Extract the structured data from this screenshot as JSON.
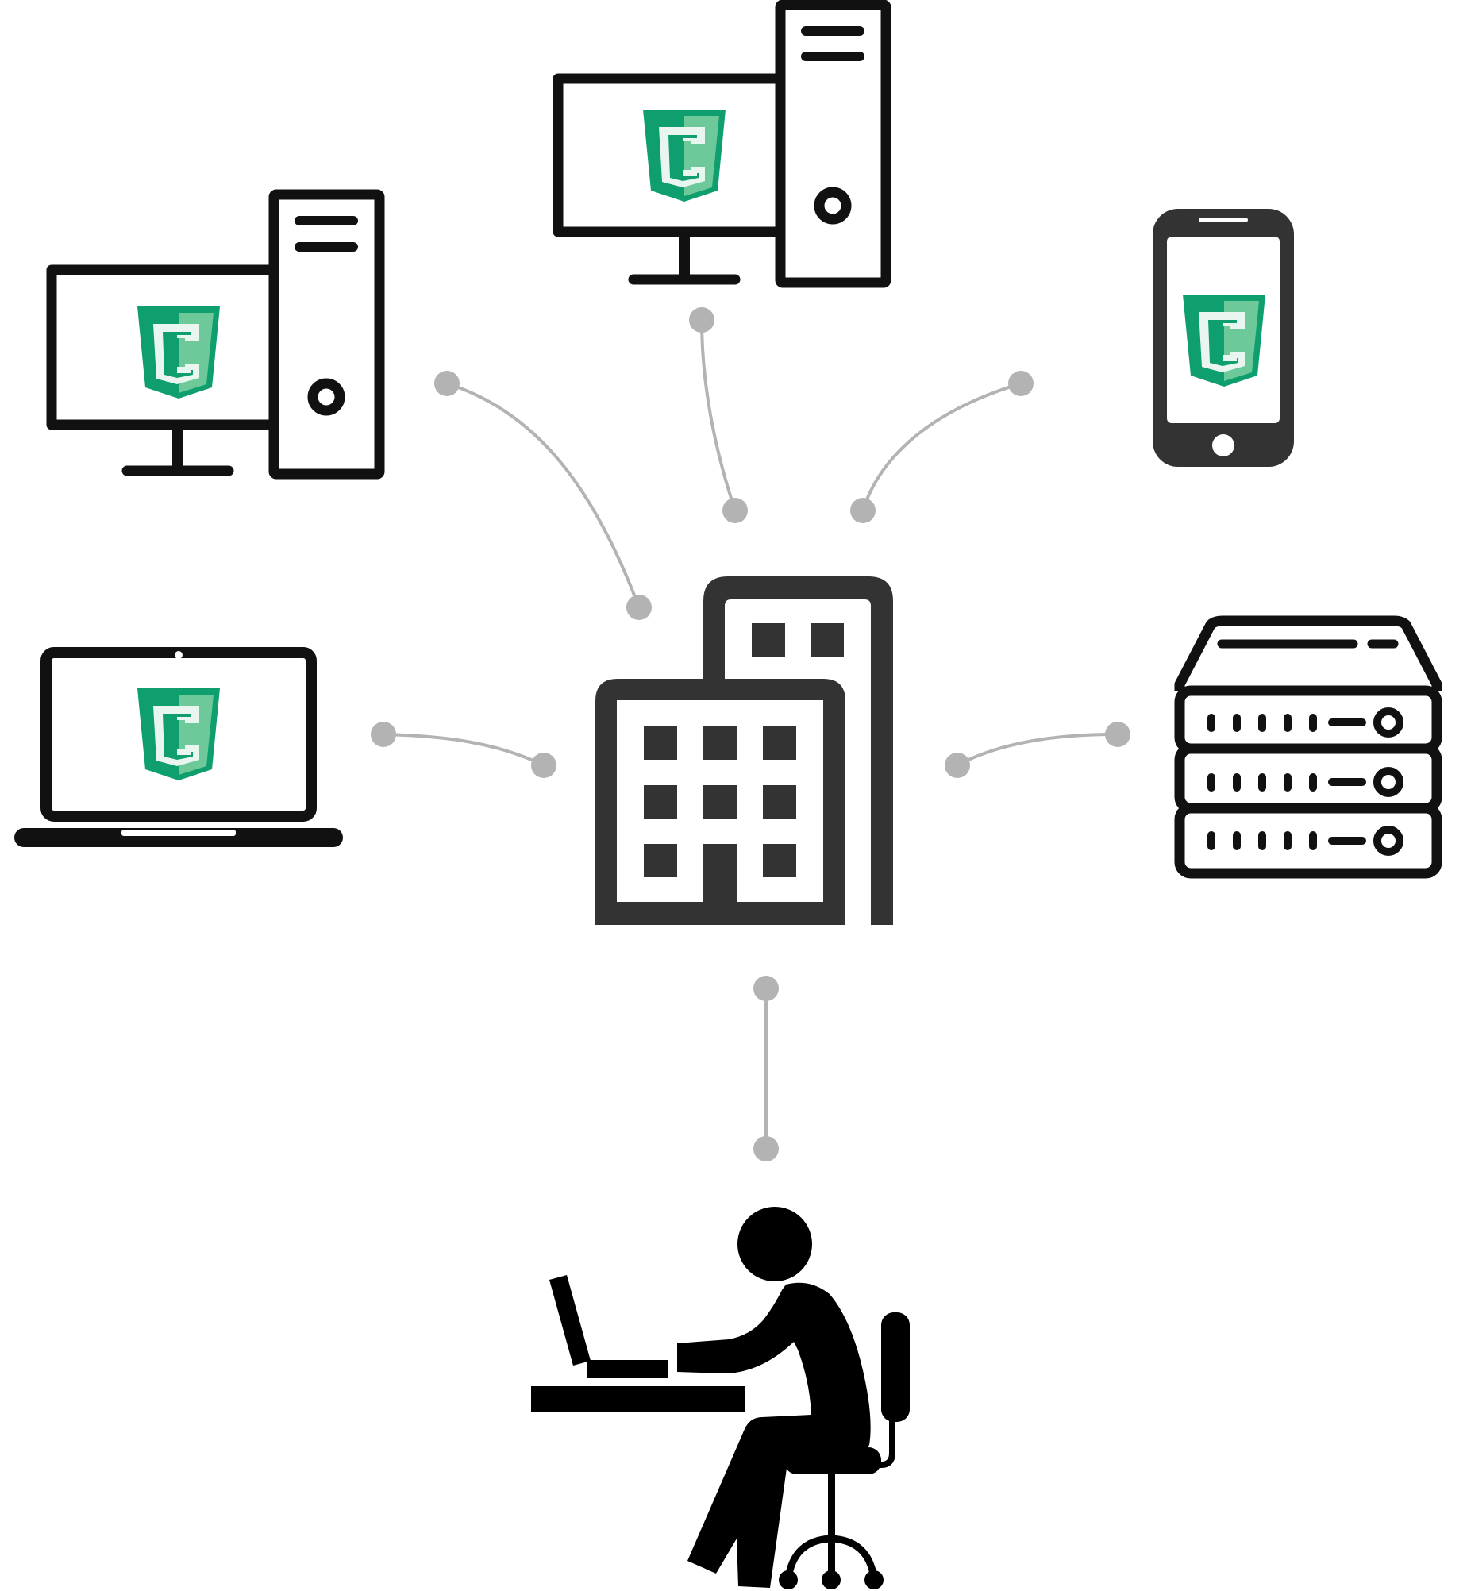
{
  "diagram": {
    "colors": {
      "device": "#111111",
      "building": "#333333",
      "connector": "#b3b3b3",
      "shield_dark": "#0f9e6e",
      "shield_light": "#6dc99a",
      "shield_letter": "#e9f5ef"
    },
    "nodes": [
      {
        "id": "desktop-top",
        "icon": "desktop-computer-icon",
        "shows_shield": true
      },
      {
        "id": "desktop-left",
        "icon": "desktop-computer-icon",
        "shows_shield": true
      },
      {
        "id": "smartphone",
        "icon": "smartphone-icon",
        "shows_shield": true
      },
      {
        "id": "laptop",
        "icon": "laptop-icon",
        "shows_shield": true
      },
      {
        "id": "server-rack",
        "icon": "server-rack-icon",
        "shows_shield": false
      },
      {
        "id": "office-building",
        "icon": "office-building-icon",
        "shows_shield": false
      },
      {
        "id": "person-at-desk",
        "icon": "person-working-at-laptop-icon",
        "shows_shield": false
      }
    ],
    "connectors": [
      {
        "from": "office-building",
        "to": "desktop-left"
      },
      {
        "from": "office-building",
        "to": "desktop-top"
      },
      {
        "from": "office-building",
        "to": "smartphone"
      },
      {
        "from": "office-building",
        "to": "laptop"
      },
      {
        "from": "office-building",
        "to": "server-rack"
      },
      {
        "from": "office-building",
        "to": "person-at-desk"
      }
    ]
  }
}
